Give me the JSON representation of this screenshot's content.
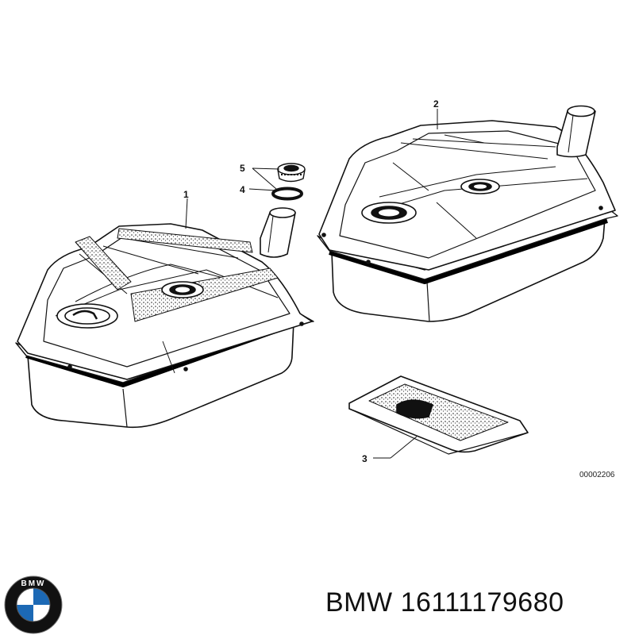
{
  "diagram": {
    "callouts": [
      "1",
      "2",
      "3",
      "4",
      "5"
    ],
    "drawing_number": "00002206"
  },
  "footer": {
    "brand": "BMW",
    "part_number": "16111179680"
  },
  "logo": {
    "name": "bmw-roundel",
    "letters": "BMW",
    "colors": {
      "blue": "#1c69b5",
      "white": "#ffffff",
      "ring": "#111111"
    }
  },
  "colors": {
    "line": "#111111",
    "fill": "#ffffff",
    "seal": "#000000"
  }
}
